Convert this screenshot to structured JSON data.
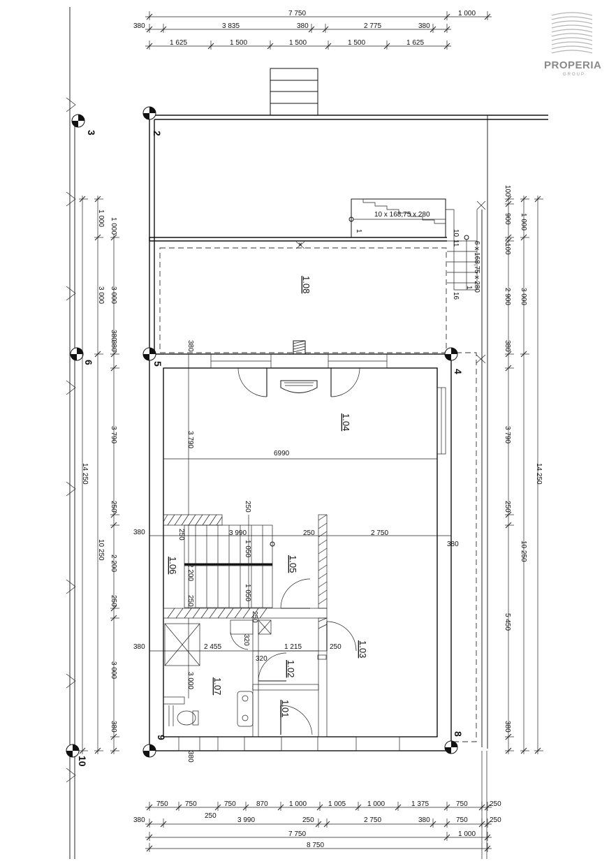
{
  "logo": {
    "name": "PROPERIA",
    "sub": "GROUP"
  },
  "rooms": [
    {
      "id": "r108",
      "label": "1.08"
    },
    {
      "id": "r104",
      "label": "1.04"
    },
    {
      "id": "r106",
      "label": "1.06"
    },
    {
      "id": "r105",
      "label": "1.05"
    },
    {
      "id": "r103",
      "label": "1.03"
    },
    {
      "id": "r102",
      "label": "1.02"
    },
    {
      "id": "r107",
      "label": "1.07"
    },
    {
      "id": "r101",
      "label": "1.01"
    }
  ],
  "axes": [
    "2",
    "3",
    "4",
    "5",
    "6",
    "8",
    "9",
    "10"
  ],
  "stairs": {
    "outer": "10 x 168,75 x 280",
    "side": "6 x 168,75 x 280"
  },
  "dims": {
    "top1": [
      "7 750",
      "1 000"
    ],
    "top2": [
      "380",
      "3 835",
      "380",
      "2 775",
      "380"
    ],
    "top3": [
      "1 625",
      "1 500",
      "1 500",
      "1 500",
      "1 625"
    ],
    "bot1": [
      "750",
      "750",
      "750",
      "870",
      "1 000",
      "1 005",
      "1 000",
      "1 375",
      "750",
      "250"
    ],
    "bot1b": [
      "250"
    ],
    "bot2": [
      "380",
      "3 990",
      "250",
      "2 750",
      "380",
      "750",
      "250"
    ],
    "bot3": [
      "7 750",
      "1 000"
    ],
    "bot4": [
      "8 750"
    ],
    "left": [
      "1 000",
      "1 000",
      "3 000",
      "3 000",
      "380",
      "3 790",
      "250",
      "2 200",
      "250",
      "3 000",
      "380",
      "10 250",
      "14 250"
    ],
    "right": [
      "100",
      "900",
      "1 000",
      "100",
      "2 900",
      "3 000",
      "380",
      "3 790",
      "250",
      "5 450",
      "380",
      "10 250",
      "14 250"
    ],
    "inner": [
      "6990",
      "3 790",
      "380",
      "3 990",
      "250",
      "2 750",
      "380",
      "250",
      "250",
      "1 050",
      "1 050",
      "2 200",
      "250",
      "250",
      "380",
      "2 455",
      "320",
      "320",
      "1 215",
      "250",
      "3 000",
      "380",
      "380",
      "380",
      "10",
      "11",
      "16",
      "1",
      "1"
    ]
  }
}
